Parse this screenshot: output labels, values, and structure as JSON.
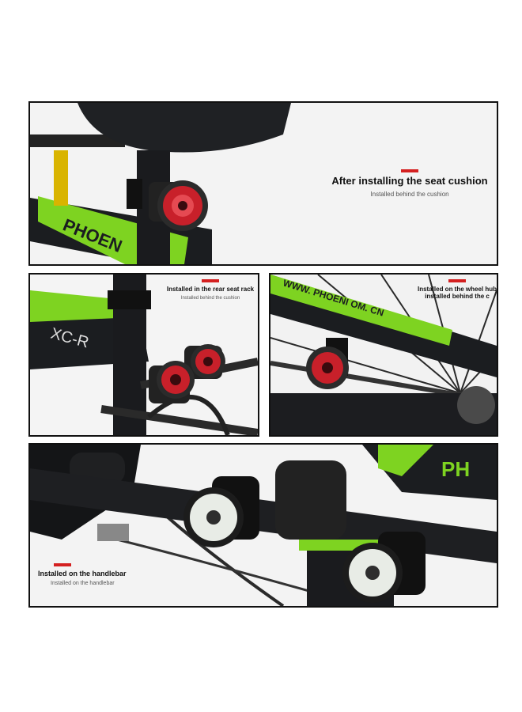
{
  "panels": {
    "seat": {
      "title": "After installing the seat cushion",
      "subtitle": "Installed behind the cushion",
      "frame_text": "PHOEN"
    },
    "rack": {
      "title": "Installed in the rear seat rack",
      "subtitle": "Installed behind the cushion",
      "frame_text": "XC-R"
    },
    "wheel": {
      "title": "Installed on the wheel hub installed behind the c",
      "frame_text": "WWW. PHOENI   OM. CN"
    },
    "handlebar": {
      "title": "Installed on the handlebar",
      "subtitle": "Installed on the handlebar",
      "frame_text": "PH"
    }
  },
  "colors": {
    "accent_red": "#d42020",
    "frame_green": "#7ed321",
    "frame_black": "#1b1d20",
    "lamp_red": "#c8202a",
    "lamp_white": "#e8ece6"
  }
}
